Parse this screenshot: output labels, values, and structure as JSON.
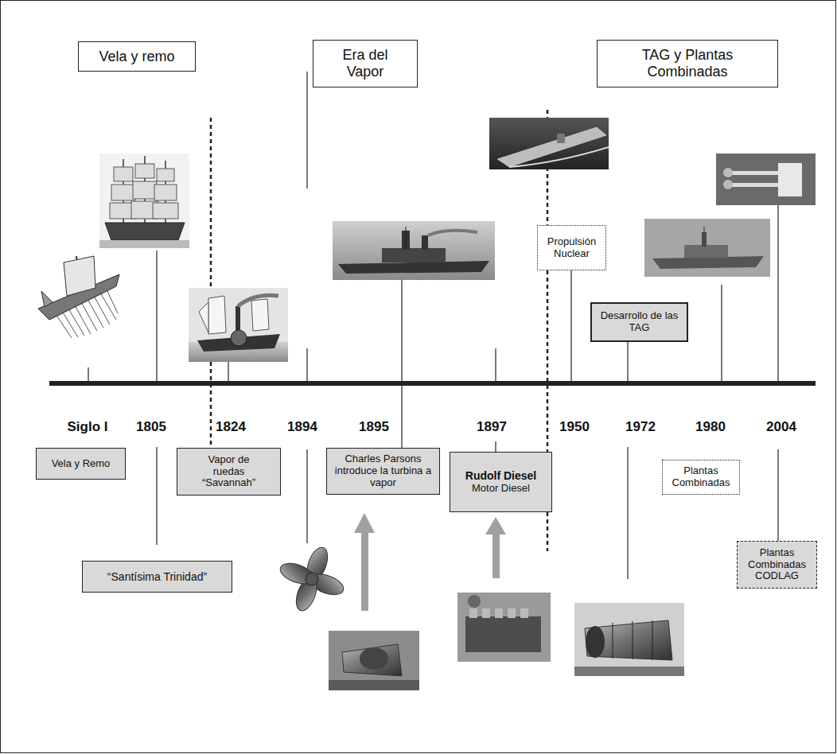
{
  "diagram": {
    "nodes": [
      {
        "text": [
          "Vela y remo"
        ]
      },
      {
        "text": [
          "Era del Vapor"
        ]
      },
      {
        "text": [
          "TAG y Plantas Combinadas"
        ]
      },
      {
        "text": [
          "Propulsión Nuclear"
        ]
      },
      {
        "text": [
          "Desarrollo de las TAG"
        ]
      },
      {
        "text": [
          "Vela y Remo"
        ]
      },
      {
        "text": [
          "Vapor de ruedas “Savannah”"
        ]
      },
      {
        "text": [
          "Charles Parsons introduce la turbina a vapor"
        ]
      },
      {
        "text": [
          "Rudolf Diesel",
          "Motor Diesel"
        ]
      },
      {
        "text": [
          "Plantas Combinadas"
        ]
      },
      {
        "text": [
          "“Santísima Trinidad”"
        ]
      },
      {
        "text": [
          "Plantas Combinadas CODLAG"
        ]
      }
    ],
    "labels": [
      "Siglo I",
      "1805",
      "1824",
      "1894",
      "1895",
      "1897",
      "1950",
      "1972",
      "1980",
      "2004"
    ]
  }
}
